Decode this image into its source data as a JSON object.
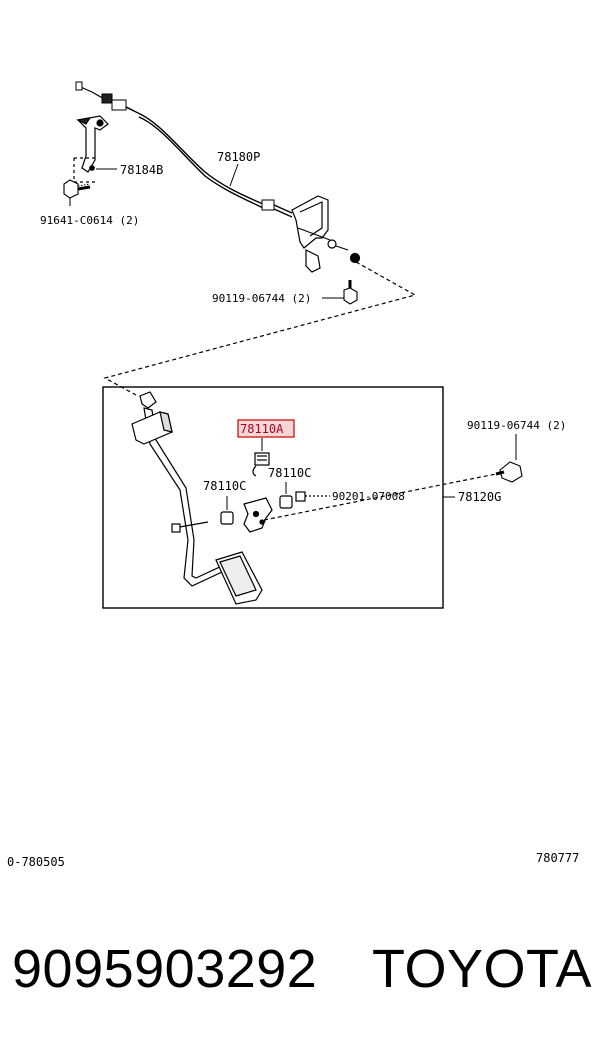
{
  "diagram": {
    "callouts": {
      "cable": "78180P",
      "bracket": "78184B",
      "bracket_bolt": "91641-C0614 (2)",
      "cable_bolt": "90119-06744 (2)",
      "pedal_bolt": "90119-06744 (2)",
      "spring_highlighted": "78110A",
      "bushing_right": "78110C",
      "bushing_left": "78110C",
      "nut": "90201-07008",
      "pedal_assembly": "78120G"
    },
    "highlight_color": "#cc0000",
    "footer_left_code": "0-780505",
    "footer_right_code": "780777"
  },
  "product": {
    "part_number": "9095903292",
    "brand": "TOYOTA"
  }
}
